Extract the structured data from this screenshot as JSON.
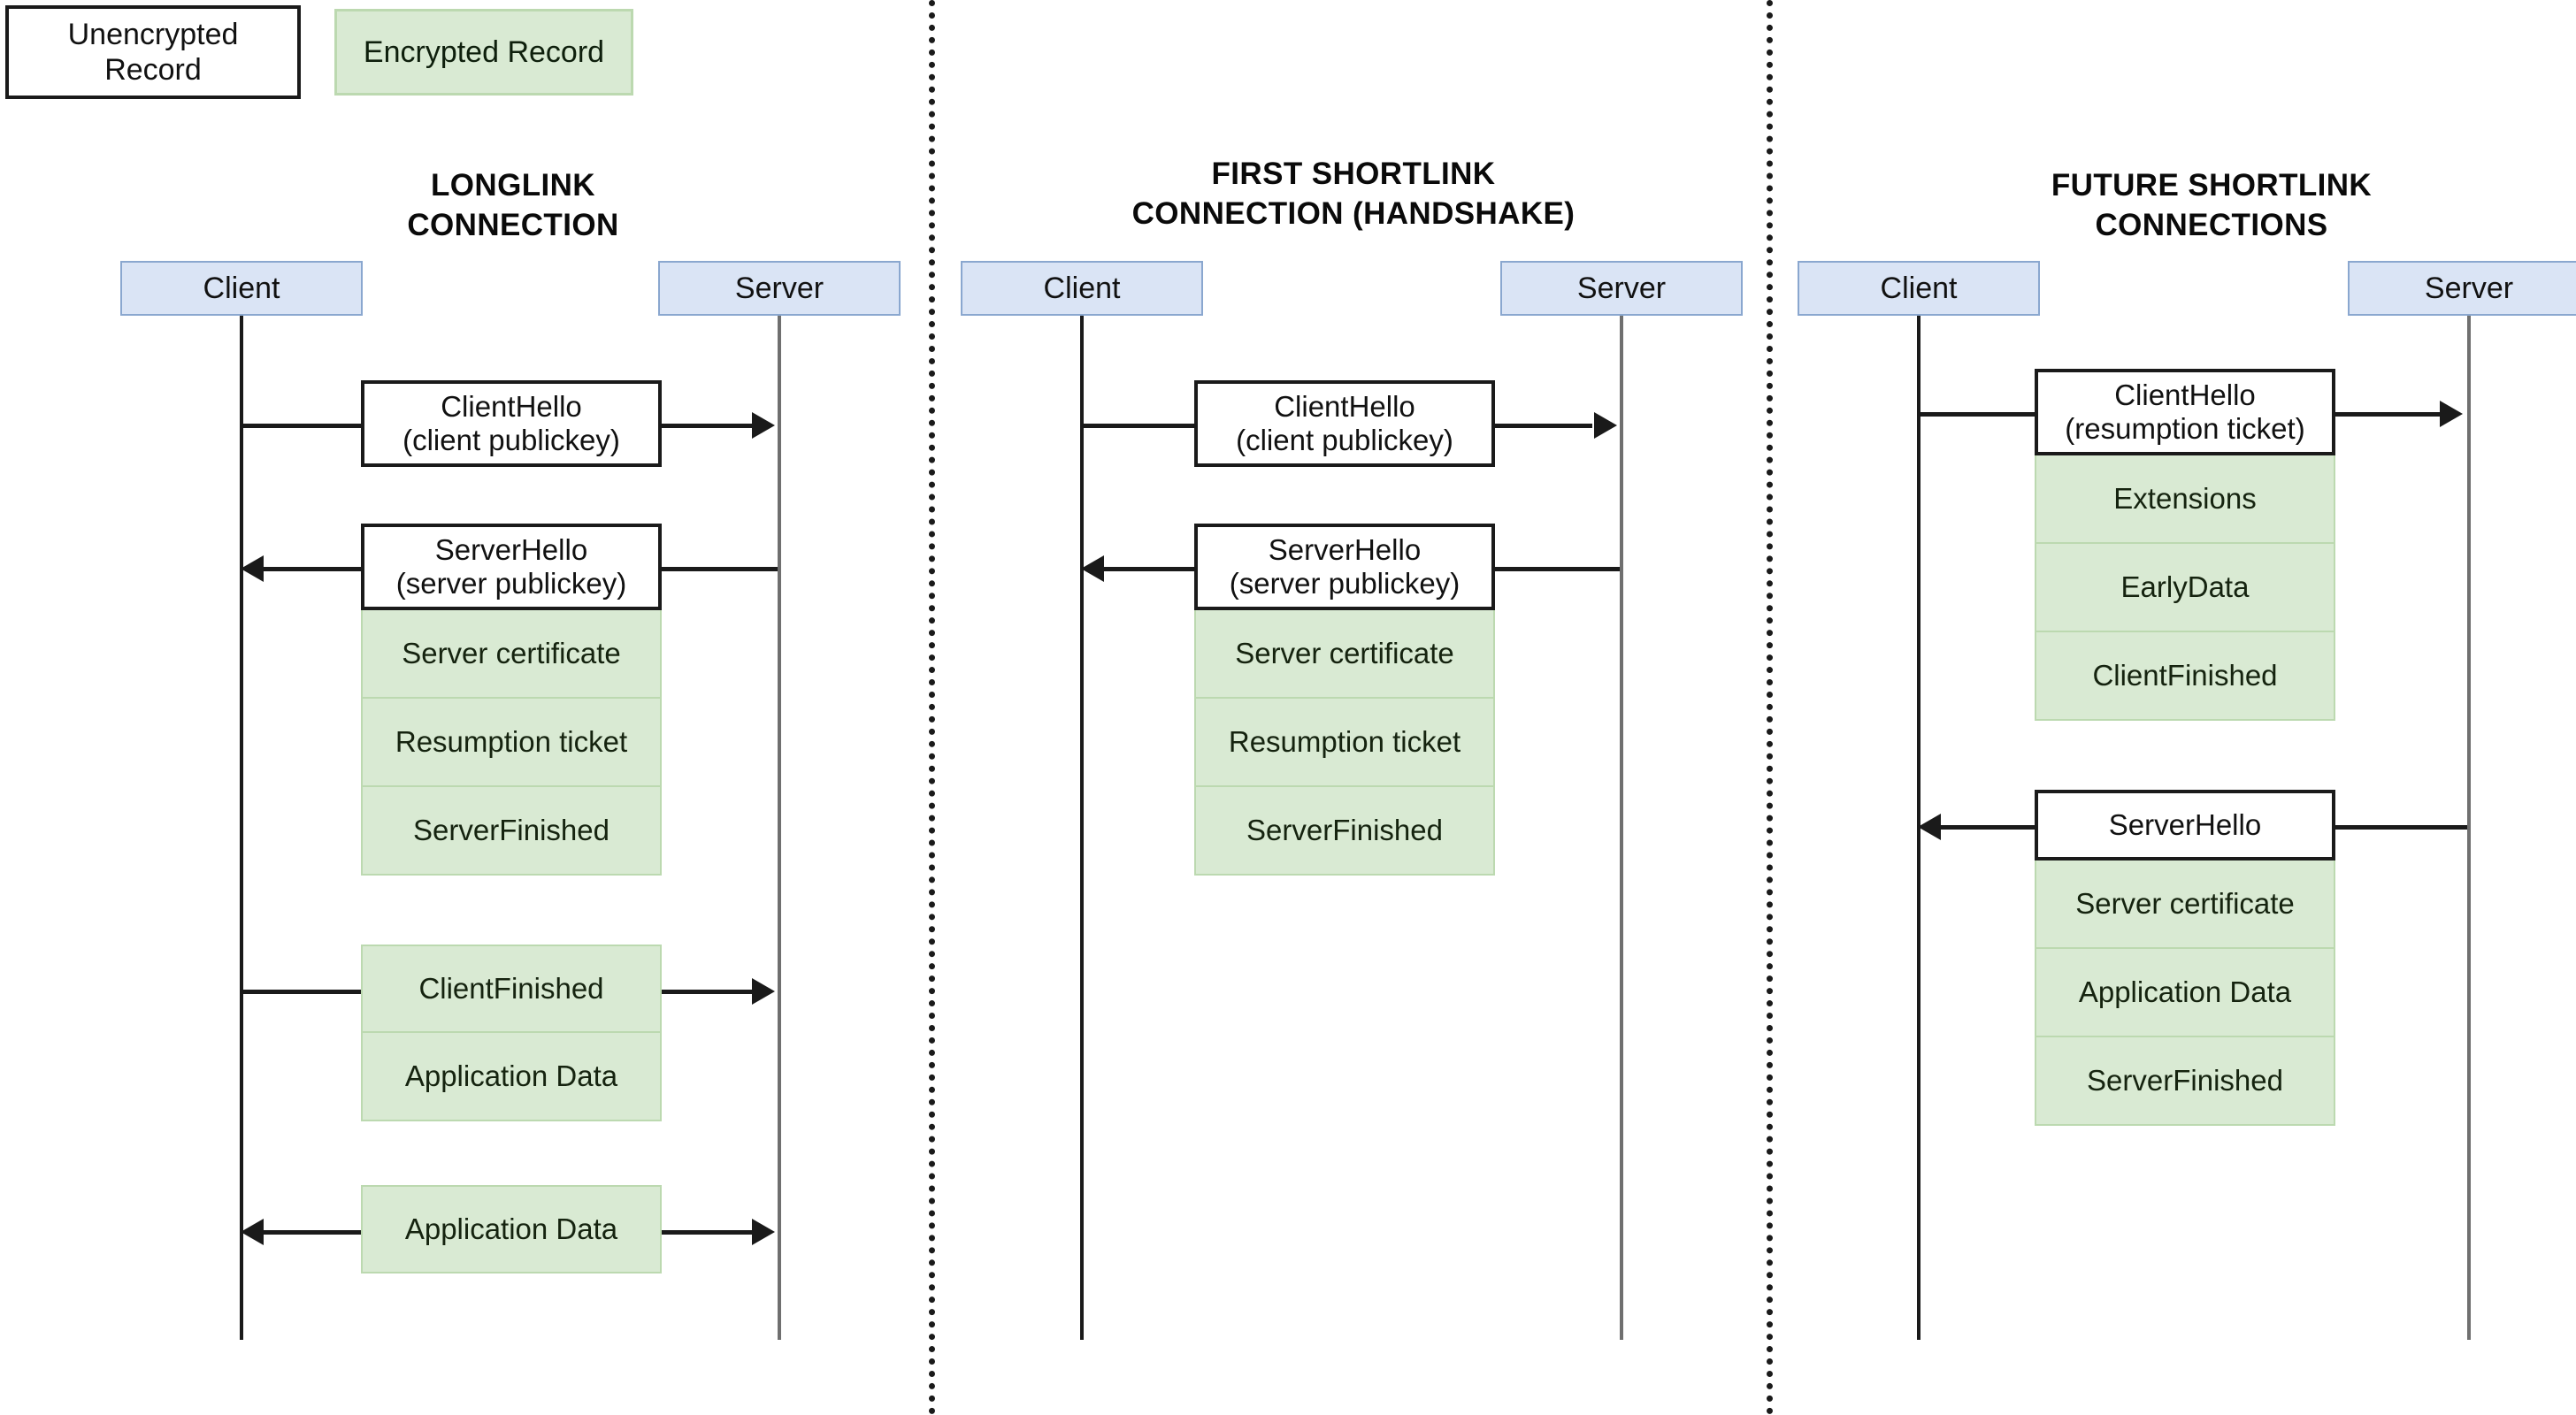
{
  "legend": {
    "unencrypted_label": "Unencrypted\nRecord",
    "encrypted_label": "Encrypted Record",
    "unencrypted_color": "#ffffff",
    "encrypted_color": "#d9ead3"
  },
  "colors": {
    "participant_fill": "#dae4f5",
    "participant_border": "#8aa7cf",
    "encrypted_fill": "#d9ead3",
    "encrypted_border": "#bcd9b0",
    "unencrypted_fill": "#ffffff",
    "line": "#1a1a1a",
    "server_lifeline": "#6f6f6f"
  },
  "columns": [
    {
      "id": "longlink",
      "title": "LONGLINK\nCONNECTION",
      "client_label": "Client",
      "server_label": "Server",
      "exchanges": [
        {
          "direction": "client-to-server",
          "records": [
            {
              "label": "ClientHello\n(client publickey)",
              "type": "unencrypted"
            }
          ]
        },
        {
          "direction": "server-to-client",
          "records": [
            {
              "label": "ServerHello\n(server publickey)",
              "type": "unencrypted"
            },
            {
              "label": "Server certificate",
              "type": "encrypted"
            },
            {
              "label": "Resumption ticket",
              "type": "encrypted"
            },
            {
              "label": "ServerFinished",
              "type": "encrypted"
            }
          ]
        },
        {
          "direction": "client-to-server",
          "records": [
            {
              "label": "ClientFinished",
              "type": "encrypted"
            },
            {
              "label": "Application Data",
              "type": "encrypted"
            }
          ]
        },
        {
          "direction": "bidirectional",
          "records": [
            {
              "label": "Application Data",
              "type": "encrypted"
            }
          ]
        }
      ]
    },
    {
      "id": "first-shortlink",
      "title": "FIRST SHORTLINK\nCONNECTION (HANDSHAKE)",
      "client_label": "Client",
      "server_label": "Server",
      "exchanges": [
        {
          "direction": "client-to-server",
          "records": [
            {
              "label": "ClientHello\n(client publickey)",
              "type": "unencrypted"
            }
          ]
        },
        {
          "direction": "server-to-client",
          "records": [
            {
              "label": "ServerHello\n(server publickey)",
              "type": "unencrypted"
            },
            {
              "label": "Server certificate",
              "type": "encrypted"
            },
            {
              "label": "Resumption ticket",
              "type": "encrypted"
            },
            {
              "label": "ServerFinished",
              "type": "encrypted"
            }
          ]
        }
      ]
    },
    {
      "id": "future-shortlink",
      "title": "FUTURE SHORTLINK\nCONNECTIONS",
      "client_label": "Client",
      "server_label": "Server",
      "exchanges": [
        {
          "direction": "client-to-server",
          "records": [
            {
              "label": "ClientHello\n(resumption ticket)",
              "type": "unencrypted"
            },
            {
              "label": "Extensions",
              "type": "encrypted"
            },
            {
              "label": "EarlyData",
              "type": "encrypted"
            },
            {
              "label": "ClientFinished",
              "type": "encrypted"
            }
          ]
        },
        {
          "direction": "server-to-client",
          "records": [
            {
              "label": "ServerHello",
              "type": "unencrypted"
            },
            {
              "label": "Server certificate",
              "type": "encrypted"
            },
            {
              "label": "Application Data",
              "type": "encrypted"
            },
            {
              "label": "ServerFinished",
              "type": "encrypted"
            }
          ]
        }
      ]
    }
  ]
}
